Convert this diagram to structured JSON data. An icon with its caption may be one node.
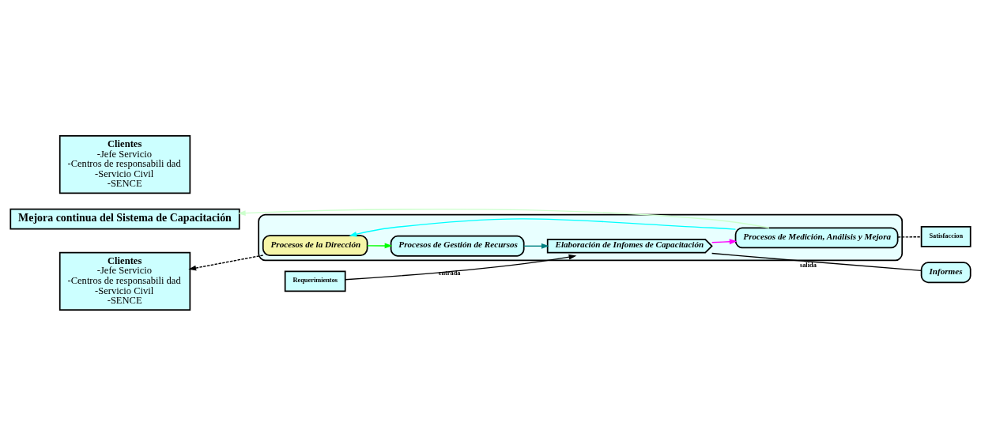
{
  "diagram": {
    "nodes": [
      {
        "text": [
          "Mejora continua del Sistema de Capacitación"
        ]
      },
      {
        "text": [
          "Clientes",
          "-Jefe Servicio",
          "-Centros de responsabili dad",
          "-Servicio Civil",
          "-SENCE"
        ]
      },
      {
        "text": [
          "Requerimientos"
        ]
      },
      {
        "text": [],
        "shape": "ellipse"
      },
      {
        "text": [
          "Procesos de la Dirección"
        ],
        "in": 3
      },
      {
        "text": [
          "Procesos de Gestión de Recursos"
        ],
        "in": 3
      },
      {
        "text": [
          "Procesos de Medición, Análisis y Mejora"
        ],
        "in": 3
      },
      {
        "text": [
          "Elaboración de Infomes de Capacitación"
        ],
        "in": 3
      },
      {
        "text": [
          "Informes"
        ]
      },
      {
        "text": [
          "Satisfaccion"
        ]
      },
      {
        "text": [
          "Clientes",
          "-Jefe Servicio",
          "-Centros de responsabili dad",
          "-Servicio Civil",
          "-SENCE"
        ]
      }
    ],
    "edges": [
      {
        "from": 4,
        "to": 1,
        "arrow": "to",
        "style": "dashed"
      },
      {
        "from": 4,
        "to": 5,
        "arrow": "to",
        "color": "#00ff00"
      },
      {
        "from": 5,
        "to": 7,
        "arrow": "to",
        "color": "#008080"
      },
      {
        "from": 7,
        "to": 6,
        "arrow": "to",
        "color": "#ff00ff"
      },
      {
        "from": 6,
        "to": 4,
        "arrow": "to",
        "color": "#00ffff"
      },
      {
        "from": 6,
        "to": 0,
        "arrow": "to",
        "color": "#ccffcc"
      },
      {
        "from": 2,
        "to": 7,
        "arrow": "to",
        "label": "entrada"
      },
      {
        "from": 7,
        "to": 8,
        "arrow": "none",
        "label": "salida"
      },
      {
        "from": 6,
        "to": 9,
        "arrow": "none",
        "style": "dashed"
      }
    ]
  }
}
